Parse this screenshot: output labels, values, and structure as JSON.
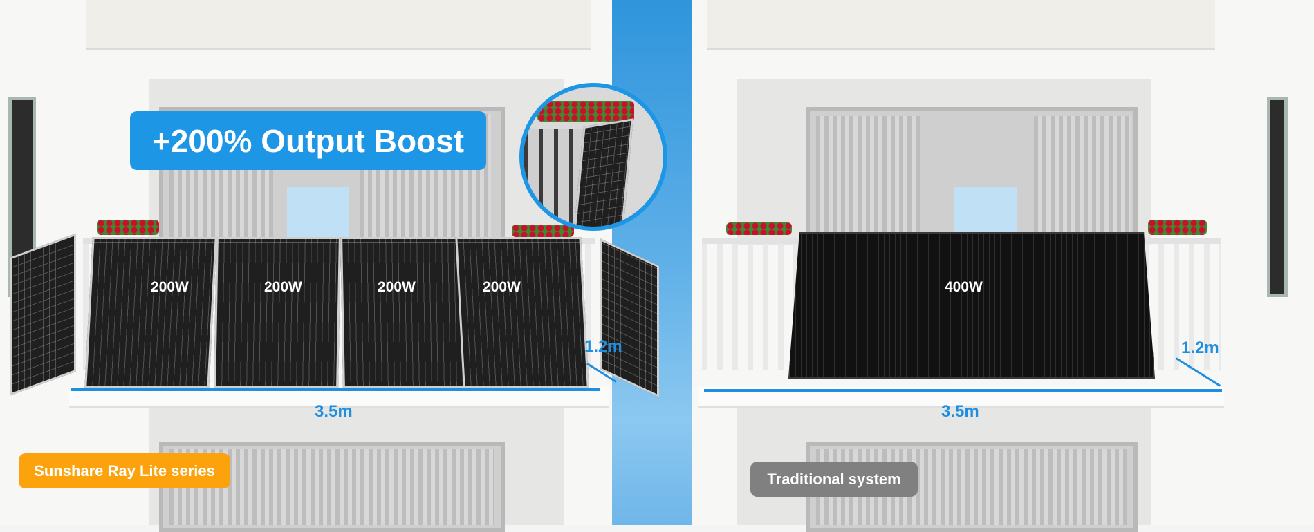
{
  "headline": "+200% Output Boost",
  "left": {
    "panels": [
      "200W",
      "200W",
      "200W",
      "200W"
    ],
    "width_label": "3.5m",
    "depth_label": "1.2m",
    "badge": "Sunshare Ray Lite series",
    "badge_color": "#fba20c"
  },
  "right": {
    "panel": "400W",
    "width_label": "3.5m",
    "depth_label": "1.2m",
    "badge": "Traditional system",
    "badge_color": "#808080"
  },
  "accent_color": "#1e96e6"
}
